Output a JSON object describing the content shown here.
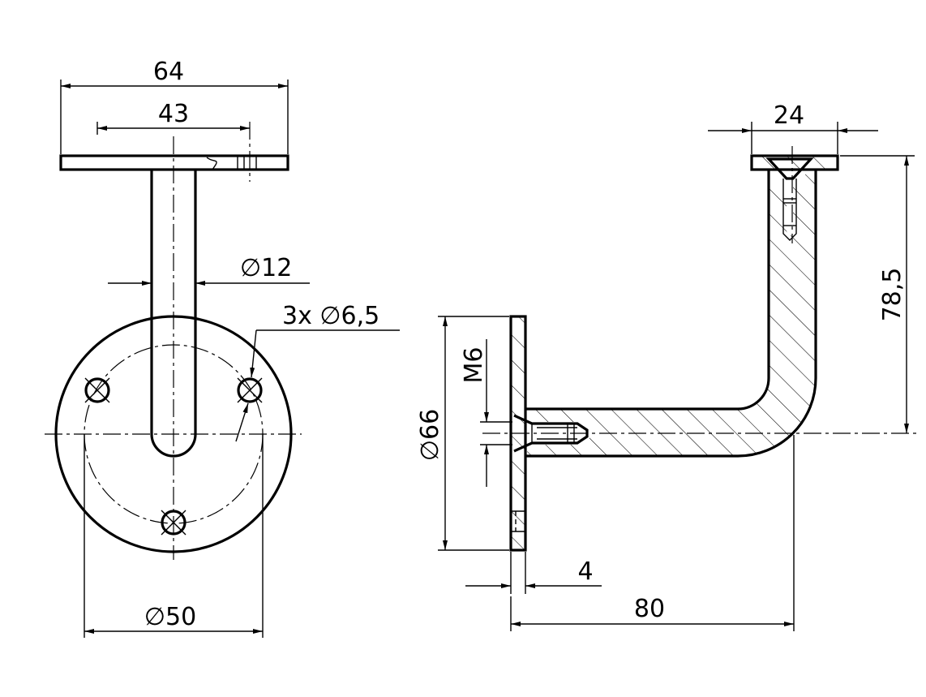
{
  "dimensions": {
    "overall_width": "64",
    "hole_spacing_top": "43",
    "tube_diameter": "∅12",
    "holes": "3x ∅6,5",
    "bolt_circle": "∅50",
    "plate_width": "24",
    "height": "78,5",
    "base_diameter": "∅66",
    "thread": "M6",
    "plate_thickness": "4",
    "projection": "80"
  }
}
